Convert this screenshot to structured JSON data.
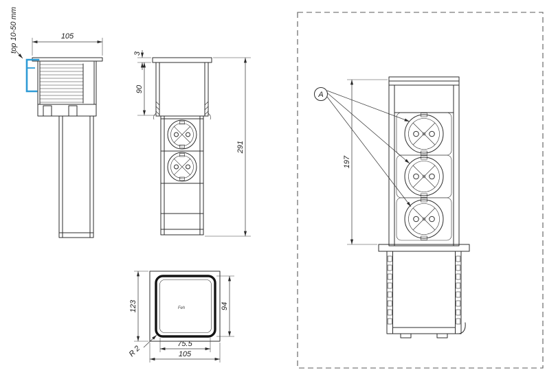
{
  "accent_color": "#2e9bd6",
  "views": {
    "side_section": {
      "dim_width": "105",
      "clamp_range": "top 10-50 mm"
    },
    "front_elevation": {
      "dim_flange_thickness": "3",
      "dim_housing_height": "90",
      "dim_total_height": "291"
    },
    "detail": {
      "callout": "A",
      "dim_extended_height": "197"
    },
    "plan": {
      "dim_overall_depth": "123",
      "dim_lid_depth": "94",
      "dim_lid_width": "75.5",
      "dim_overall_width": "105",
      "corner_radius": "R 2",
      "lid_mark": "Feh"
    }
  }
}
